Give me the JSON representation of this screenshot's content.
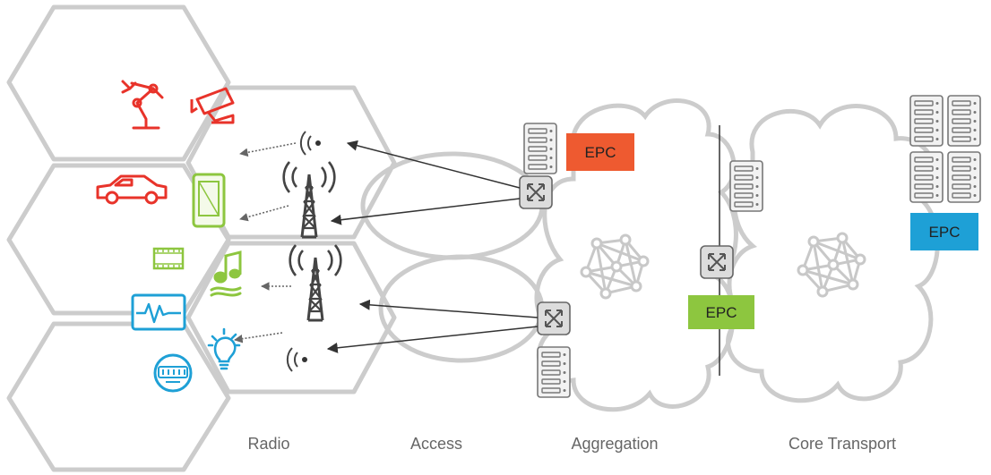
{
  "labels": {
    "radio": "Radio",
    "access": "Access",
    "aggregation": "Aggregation",
    "core_transport": "Core Transport"
  },
  "epc": {
    "aggregation": "EPC",
    "edge": "EPC",
    "core": "EPC"
  },
  "colors": {
    "red": "#e8332a",
    "green": "#8dc63f",
    "blue": "#1ea0d6",
    "epc_orange": "#ee5a30",
    "epc_green": "#8dc63f",
    "epc_blue": "#1ea0d6",
    "outline": "#cccccc",
    "device": "#555555"
  },
  "icons": [
    "robot-arm-icon",
    "security-camera-icon",
    "car-icon",
    "smartphone-icon",
    "film-strip-icon",
    "music-note-icon",
    "heart-monitor-icon",
    "light-bulb-icon",
    "smart-meter-icon",
    "small-cell-icon",
    "cell-tower-icon",
    "server-rack-icon",
    "router-icon",
    "mesh-network-icon"
  ]
}
